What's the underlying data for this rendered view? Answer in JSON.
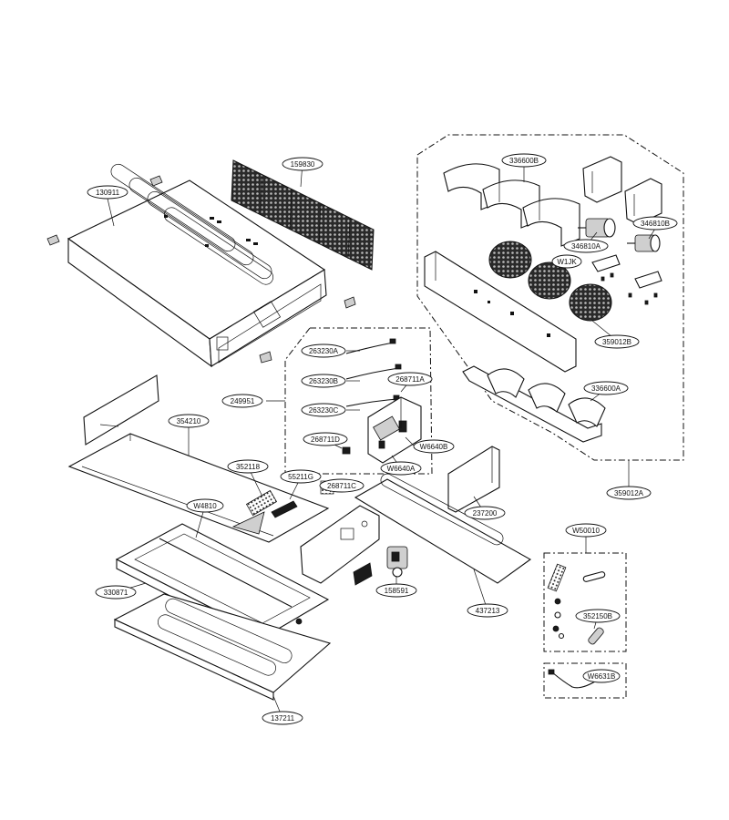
{
  "labels": {
    "p130911": "130911",
    "p159830": "159830",
    "p336600B": "336600B",
    "p346810B": "346810B",
    "p346810A": "346810A",
    "pW1JK": "W1JK",
    "p359012B": "359012B",
    "p263230A": "263230A",
    "p263230B": "263230B",
    "p268711A": "268711A",
    "p249951": "249951",
    "p263230C": "263230C",
    "p336600A": "336600A",
    "p268711D": "268711D",
    "pW6640B": "W6640B",
    "pW6640A": "W6640A",
    "p354210": "354210",
    "p352118": "352118",
    "p55211G": "55211G",
    "p268711C": "268711C",
    "p359012A": "359012A",
    "p237200": "237200",
    "pW4810": "W4810",
    "pW50010": "W50010",
    "p330871": "330871",
    "p158591": "158591",
    "p437213": "437213",
    "p352150B": "352150B",
    "pW6631B": "W6631B",
    "p137211": "137211"
  }
}
